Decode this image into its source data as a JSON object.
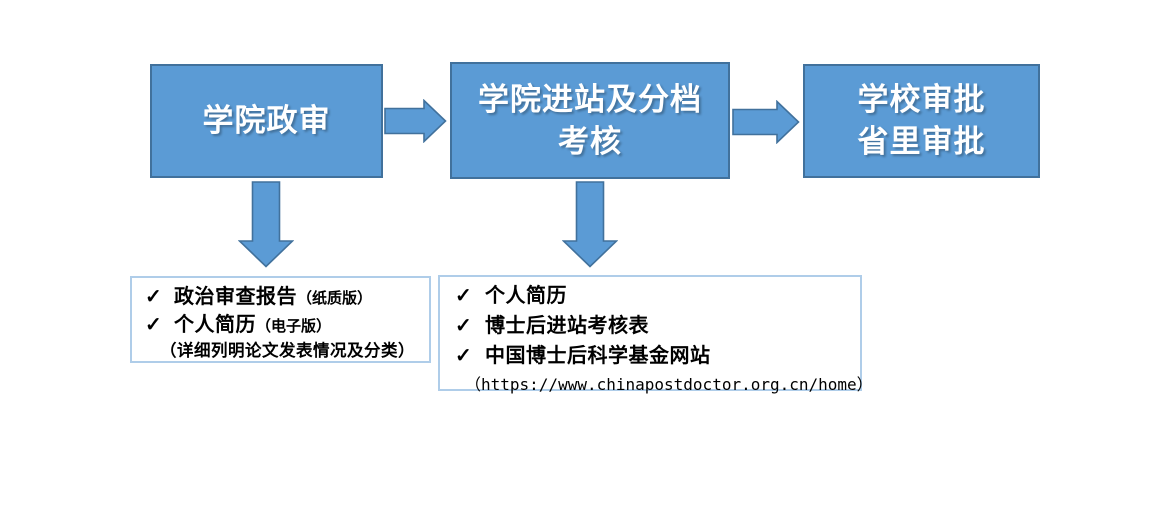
{
  "flow": {
    "steps": [
      {
        "lines": [
          "学院政审"
        ]
      },
      {
        "lines": [
          "学院进站及分档",
          "考核"
        ]
      },
      {
        "lines": [
          "学校审批",
          "省里审批"
        ]
      }
    ]
  },
  "checklists": [
    {
      "items": [
        {
          "check": "✓",
          "main": "政治审查报告",
          "note": "（纸质版）"
        },
        {
          "check": "✓",
          "main": "个人简历",
          "note": "（电子版）",
          "sub": "（详细列明论文发表情况及分类）"
        }
      ]
    },
    {
      "items": [
        {
          "check": "✓",
          "main": "个人简历"
        },
        {
          "check": "✓",
          "main": "博士后进站考核表"
        },
        {
          "check": "✓",
          "main": "中国博士后科学基金网站",
          "sub": "（https://www.chinapostdoctor.org.cn/home）"
        }
      ]
    }
  ],
  "colors": {
    "box_fill": "#5B9BD5",
    "box_border": "#41719C",
    "arrow_fill": "#5B9BD5",
    "arrow_border": "#41719C",
    "checklist_border": "#AFCDE9",
    "box_text": "#FFFFFF",
    "list_text": "#000000"
  },
  "icons": {
    "check": "✓",
    "arrow_right": "→",
    "arrow_down": "↓"
  }
}
